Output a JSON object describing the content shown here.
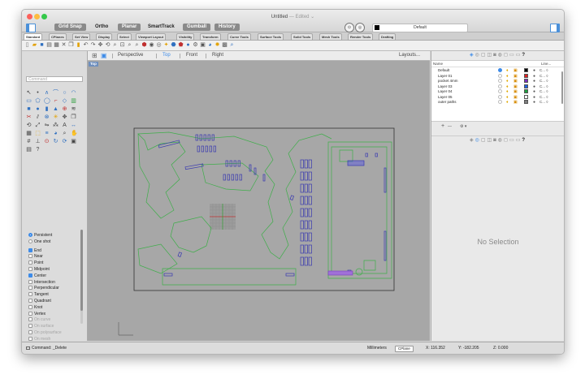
{
  "window": {
    "title": "Untitled",
    "title_suffix": "— Edited ⌄"
  },
  "modes": [
    "Grid Snap",
    "Ortho",
    "Planar",
    "SmartTrack",
    "Gumball",
    "History"
  ],
  "layer_selector": {
    "current": "Default",
    "color": "#000000"
  },
  "tabs": [
    "Standard",
    "CPlanes",
    "Set View",
    "Display",
    "Select",
    "Viewport Layout",
    "Visibility",
    "Transform",
    "Curve Tools",
    "Surface Tools",
    "Solid Tools",
    "Mesh Tools",
    "Render Tools",
    "Drafting"
  ],
  "command_placeholder": "Command",
  "viewport_tabs": [
    "Perspective",
    "Top",
    "Front",
    "Right"
  ],
  "viewport_menu": "Layouts...",
  "viewport_label": "Top",
  "snaps": {
    "mode_options": [
      {
        "label": "Persistent",
        "selected": true
      },
      {
        "label": "One shot",
        "selected": false
      }
    ],
    "items": [
      {
        "label": "End",
        "checked": true,
        "enabled": true
      },
      {
        "label": "Near",
        "checked": false,
        "enabled": true
      },
      {
        "label": "Point",
        "checked": false,
        "enabled": true
      },
      {
        "label": "Midpoint",
        "checked": false,
        "enabled": true
      },
      {
        "label": "Center",
        "checked": true,
        "enabled": true
      },
      {
        "label": "Intersection",
        "checked": false,
        "enabled": true
      },
      {
        "label": "Perpendicular",
        "checked": false,
        "enabled": true
      },
      {
        "label": "Tangent",
        "checked": false,
        "enabled": true
      },
      {
        "label": "Quadrant",
        "checked": false,
        "enabled": true
      },
      {
        "label": "Knot",
        "checked": false,
        "enabled": true
      },
      {
        "label": "Vertex",
        "checked": false,
        "enabled": true
      },
      {
        "label": "On curve",
        "checked": false,
        "enabled": false
      },
      {
        "label": "On surface",
        "checked": false,
        "enabled": false
      },
      {
        "label": "On polysurface",
        "checked": false,
        "enabled": false
      },
      {
        "label": "On mesh",
        "checked": false,
        "enabled": false
      }
    ]
  },
  "layers": {
    "header_name": "Name",
    "header_linetype": "Line...",
    "rows": [
      {
        "name": "Default",
        "current": true,
        "color": "#000000",
        "linetype": "C... ◊"
      },
      {
        "name": "Layer 01",
        "current": false,
        "color": "#e02020",
        "linetype": "C... ◊"
      },
      {
        "name": "pocket 4mm",
        "current": false,
        "color": "#7b2fbf",
        "linetype": "C... ◊"
      },
      {
        "name": "Layer 03",
        "current": false,
        "color": "#2060e0",
        "linetype": "C... ◊"
      },
      {
        "name": "Layer 04",
        "current": false,
        "color": "#20a040",
        "linetype": "C... ◊"
      },
      {
        "name": "Layer 05",
        "current": false,
        "color": "#ffffff",
        "linetype": "C... ◊"
      },
      {
        "name": "outer paths",
        "current": false,
        "color": "#808080",
        "linetype": "C... ◊"
      }
    ],
    "add_label": "+",
    "minus_label": "—",
    "gear_label": "⚙ ▾"
  },
  "properties": {
    "empty_text": "No Selection"
  },
  "status": {
    "command": "Command: _Delete",
    "units": "Millimeters",
    "cplane": "CPlane",
    "x": "X: 116.352",
    "y": "Y: -182.205",
    "z": "Z: 0.000"
  },
  "colors": {
    "accent": "#3d8be8",
    "geometry_green": "#3fae4a",
    "geometry_blue": "#3a3ab0",
    "geometry_purple": "#7b3fbf",
    "viewport_bg": "#a7a7a7"
  },
  "icons": {
    "tool_palette": [
      "select-arrow-icon",
      "point-icon",
      "polyline-icon",
      "curve-icon",
      "circle-icon",
      "arc-icon",
      "rectangle-icon",
      "polygon-icon",
      "ellipse-icon",
      "fillet-icon",
      "surface-icon",
      "extrude-icon",
      "box-icon",
      "sphere-icon",
      "cylinder-icon",
      "cone-icon",
      "boolean-icon",
      "offset-icon",
      "trim-icon",
      "split-icon",
      "join-icon",
      "explode-icon",
      "move-icon",
      "copy-icon",
      "rotate-icon",
      "scale-icon",
      "mirror-icon",
      "array-icon",
      "text-icon",
      "dimension-icon",
      "hatch-icon",
      "block-icon",
      "layer-icon",
      "render-icon",
      "zoom-icon",
      "pan-icon",
      "grid-icon",
      "ortho-icon",
      "snap-icon",
      "history-icon",
      "history2-icon",
      "layout-icon",
      "properties-icon",
      "help-icon"
    ]
  }
}
